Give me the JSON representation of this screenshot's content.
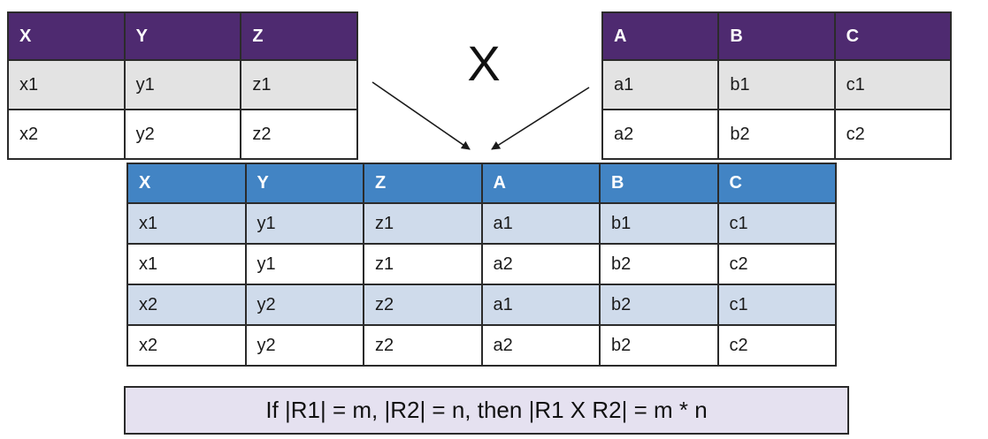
{
  "diagram": {
    "operator": "X",
    "left_table": {
      "headers": [
        "X",
        "Y",
        "Z"
      ],
      "rows": [
        [
          "x1",
          "y1",
          "z1"
        ],
        [
          "x2",
          "y2",
          "z2"
        ]
      ]
    },
    "right_table": {
      "headers": [
        "A",
        "B",
        "C"
      ],
      "rows": [
        [
          "a1",
          "b1",
          "c1"
        ],
        [
          "a2",
          "b2",
          "c2"
        ]
      ]
    },
    "result_table": {
      "headers": [
        "X",
        "Y",
        "Z",
        "A",
        "B",
        "C"
      ],
      "rows": [
        [
          "x1",
          "y1",
          "z1",
          "a1",
          "b1",
          "c1"
        ],
        [
          "x1",
          "y1",
          "z1",
          "a2",
          "b2",
          "c2"
        ],
        [
          "x2",
          "y2",
          "z2",
          "a1",
          "b2",
          "c1"
        ],
        [
          "x2",
          "y2",
          "z2",
          "a2",
          "b2",
          "c2"
        ]
      ]
    },
    "note": "If |R1| = m, |R2| = n, then |R1 X R2| = m * n",
    "colors": {
      "purple_header": "#4E2A70",
      "blue_header": "#4284C4",
      "light_blue_row": "#CFDBEB",
      "gray_row": "#E3E3E3",
      "note_bg": "#E5E1F0",
      "border": "#2b2b2b"
    }
  }
}
